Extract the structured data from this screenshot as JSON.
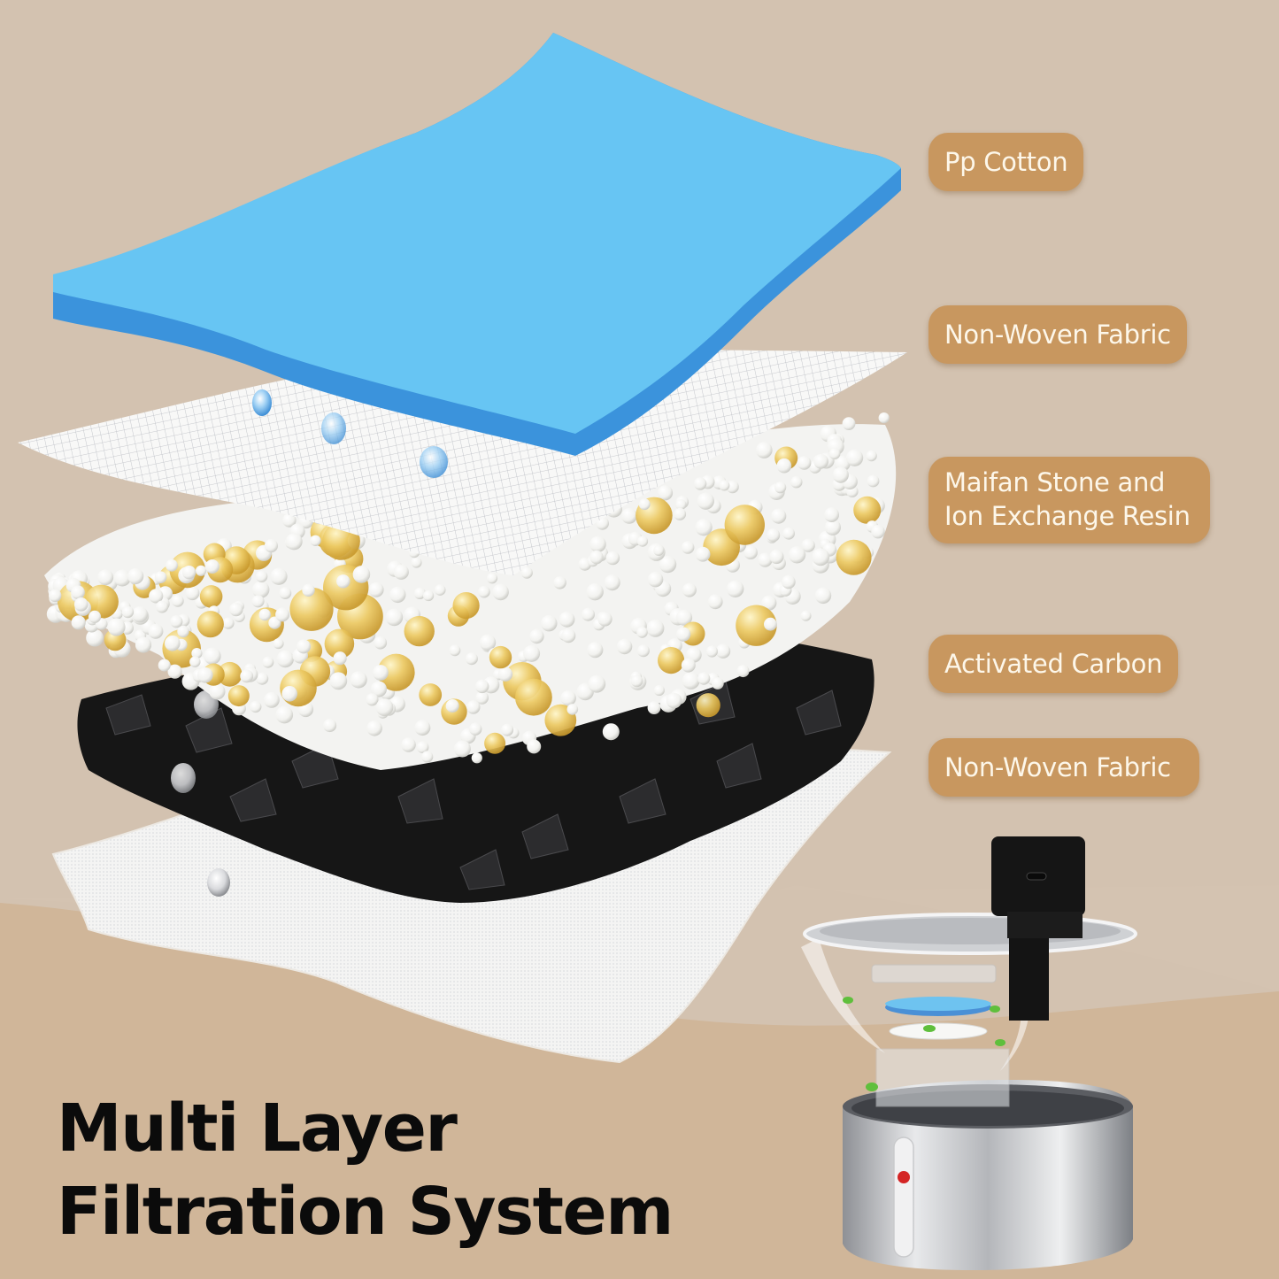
{
  "colors": {
    "background_top": "#d3c2b0",
    "background_lower": "#d0b699",
    "badge_fill": "#c8975f",
    "badge_text": "#fdf7ea",
    "pp_cotton_top": "#67c5f3",
    "pp_cotton_edge": "#3b93dc",
    "fabric_white": "#f6f6f4",
    "resin_gold": "#e9c766",
    "stone_white": "#fbfbf9",
    "carbon_black": "#161616",
    "title_text": "#0b0b0b"
  },
  "layers": [
    {
      "label": "Pp Cotton"
    },
    {
      "label": "Non-Woven Fabric"
    },
    {
      "label": "Maifan Stone and\nIon Exchange Resin"
    },
    {
      "label": "Activated Carbon"
    },
    {
      "label": "Non-Woven Fabric"
    }
  ],
  "title": "Multi Layer\nFiltration System",
  "product": {
    "name": "stainless-steel pet water fountain",
    "icons": [
      "usb-c-port-icon",
      "water-level-window-icon"
    ]
  }
}
